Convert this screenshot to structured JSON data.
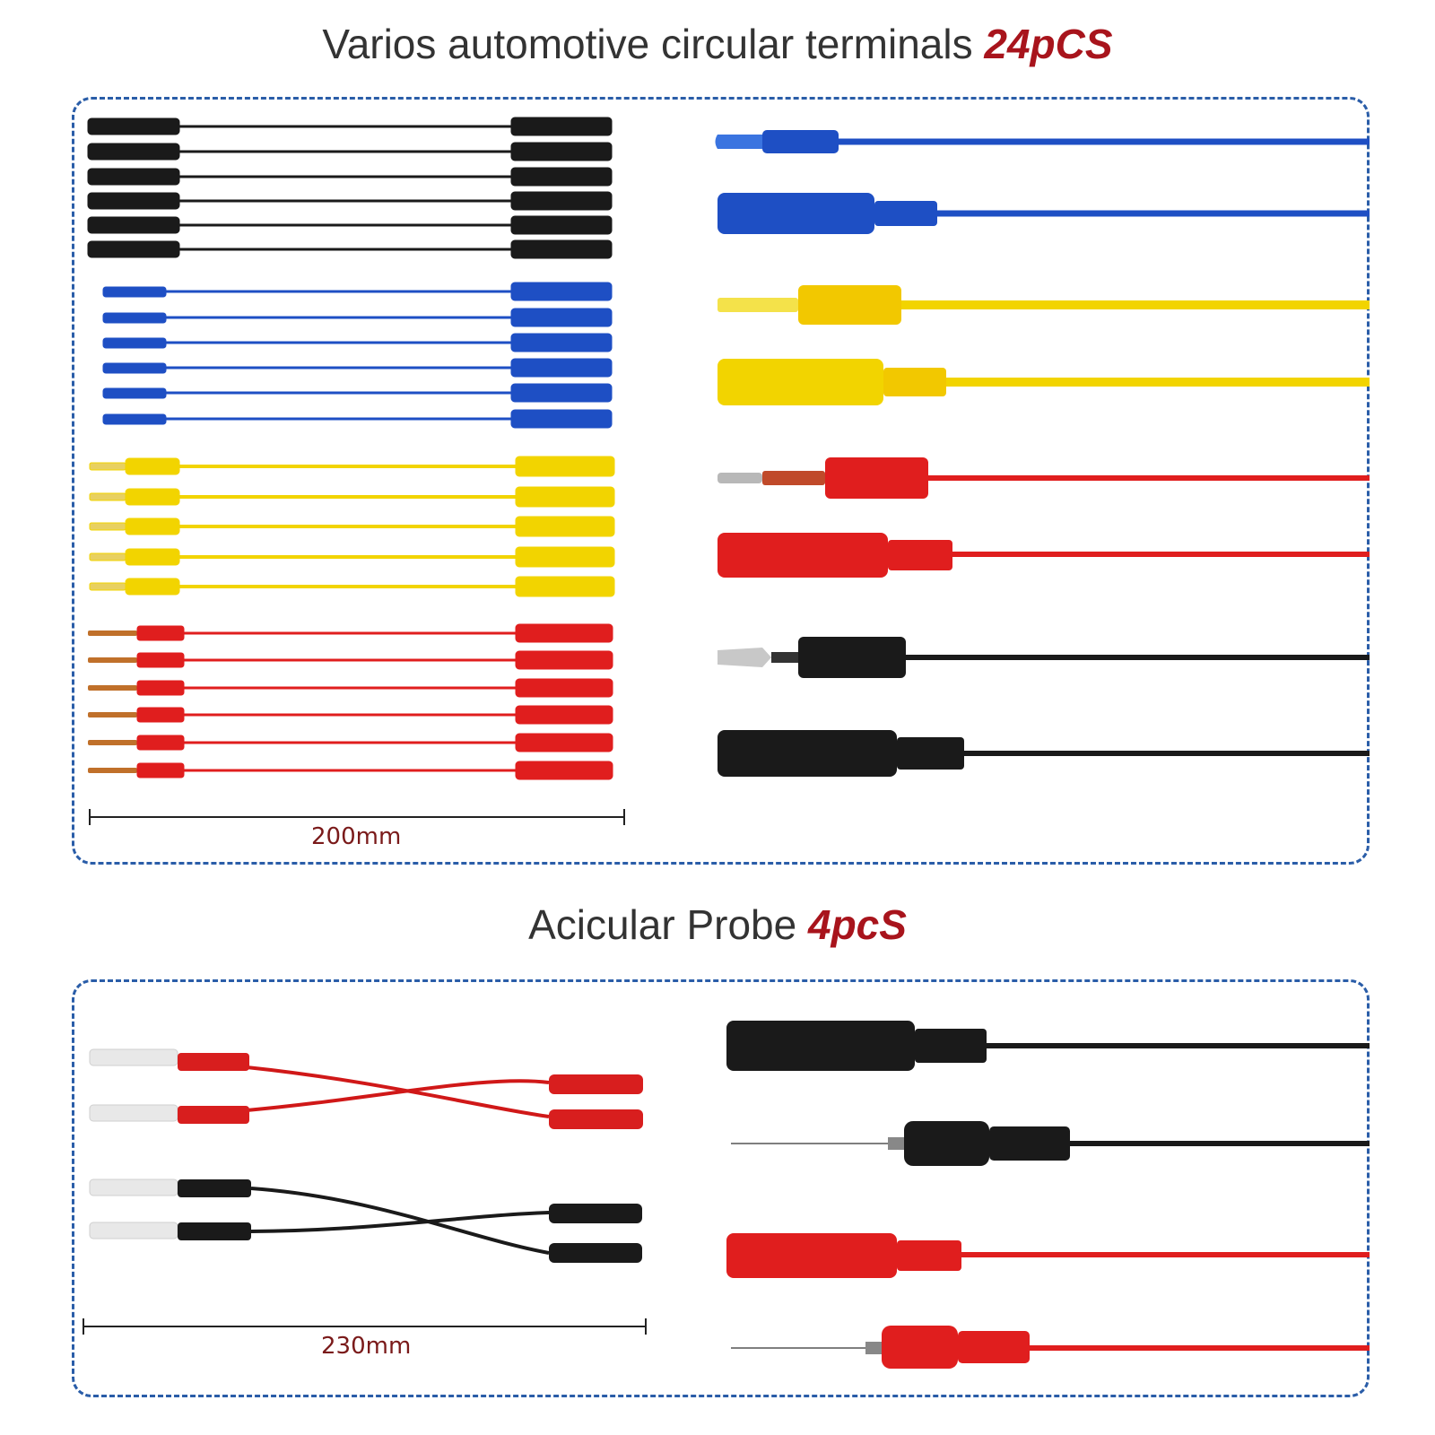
{
  "sections": {
    "terminals": {
      "title": "Varios automotive circular terminals",
      "count": "24pCS",
      "length_label": "200mm"
    },
    "probes": {
      "title": "Acicular Probe",
      "count": "4pcS",
      "length_label": "230mm"
    }
  },
  "colors": {
    "black": "#1a1a1a",
    "blue": "#1e4fc4",
    "yellow": "#f2d400",
    "red": "#e01e1e",
    "accent": "#a8141c",
    "border": "#2a5da8"
  }
}
